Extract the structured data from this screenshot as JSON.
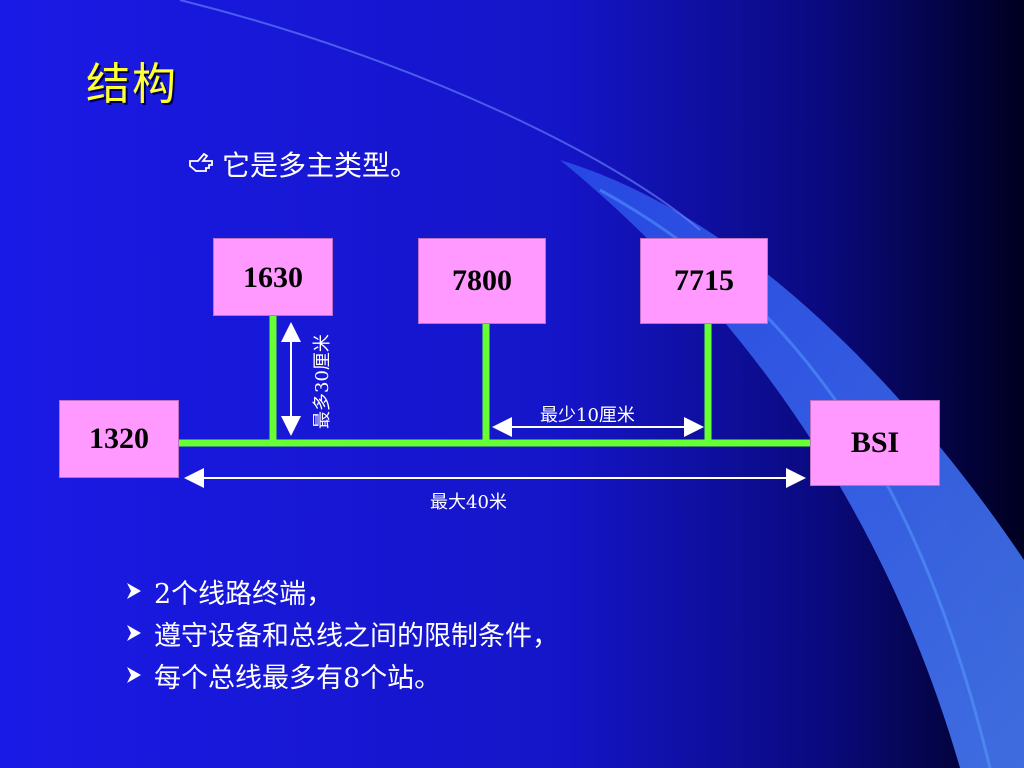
{
  "slide": {
    "title": "结构",
    "subtitle": "它是多主类型。",
    "subtitle_icon": "hand-pointing-icon",
    "colors": {
      "background_dark": "#000030",
      "background_blue": "#1a1ae6",
      "swoosh": "#3d6fff",
      "title": "#ffff33",
      "box_fill": "#ff99ff",
      "bus": "#66ff33",
      "text": "#ffffff"
    }
  },
  "diagram": {
    "nodes": {
      "n1630": "1630",
      "n7800": "7800",
      "n7715": "7715",
      "n1320": "1320",
      "nbsi": "BSI"
    },
    "labels": {
      "max30": "最多30厘米",
      "min10": "最少10厘米",
      "max40": "最大40米"
    }
  },
  "bullets": [
    "2个线路终端，",
    "遵守设备和总线之间的限制条件，",
    "每个总线最多有8个站。"
  ],
  "bullet_icon": "arrowhead-bullet-icon"
}
